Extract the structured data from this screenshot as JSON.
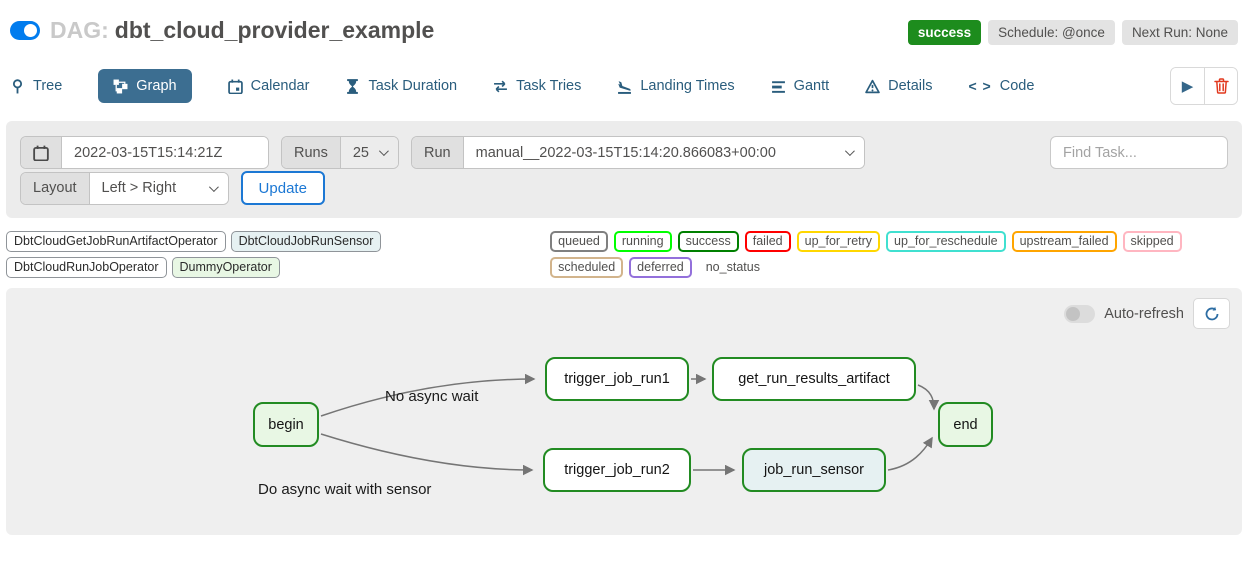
{
  "header": {
    "dag_label": "DAG:",
    "dag_name": "dbt_cloud_provider_example",
    "toggle_state": "on",
    "badges": {
      "status": "success",
      "schedule": "Schedule: @once",
      "next_run": "Next Run: None"
    }
  },
  "tabs": [
    {
      "label": "Tree",
      "icon": "tree-icon",
      "active": false
    },
    {
      "label": "Graph",
      "icon": "graph-icon",
      "active": true
    },
    {
      "label": "Calendar",
      "icon": "calendar-icon",
      "active": false
    },
    {
      "label": "Task Duration",
      "icon": "hourglass-icon",
      "active": false
    },
    {
      "label": "Task Tries",
      "icon": "repeat-icon",
      "active": false
    },
    {
      "label": "Landing Times",
      "icon": "plane-landing-icon",
      "active": false
    },
    {
      "label": "Gantt",
      "icon": "gantt-icon",
      "active": false
    },
    {
      "label": "Details",
      "icon": "warning-triangle-icon",
      "active": false
    },
    {
      "label": "Code",
      "icon": "code-icon",
      "active": false
    }
  ],
  "toolbar": {
    "code_glyph": "< >",
    "play_icon": "play-icon",
    "trash_icon": "trash-icon"
  },
  "filters": {
    "base_date": "2022-03-15T15:14:21Z",
    "runs_label": "Runs",
    "runs_value": "25",
    "run_label": "Run",
    "run_value": "manual__2022-03-15T15:14:20.866083+00:00",
    "find_task_placeholder": "Find Task...",
    "layout_label": "Layout",
    "layout_value": "Left > Right",
    "update_label": "Update"
  },
  "legend": {
    "operators": [
      {
        "label": "DbtCloudGetJobRunArtifactOperator",
        "fill": "#ffffff"
      },
      {
        "label": "DbtCloudJobRunSensor",
        "fill": "#e6f1f2"
      },
      {
        "label": "DbtCloudRunJobOperator",
        "fill": "#ffffff"
      },
      {
        "label": "DummyOperator",
        "fill": "#e8f7e4"
      }
    ],
    "statuses": [
      {
        "label": "queued",
        "border": "#808080"
      },
      {
        "label": "running",
        "border": "#00ff00"
      },
      {
        "label": "success",
        "border": "#008000"
      },
      {
        "label": "failed",
        "border": "#ff0000"
      },
      {
        "label": "up_for_retry",
        "border": "#ffd700"
      },
      {
        "label": "up_for_reschedule",
        "border": "#40e0d0"
      },
      {
        "label": "upstream_failed",
        "border": "#ffa500"
      },
      {
        "label": "skipped",
        "border": "#ffb6c1"
      },
      {
        "label": "scheduled",
        "border": "#d2b48c"
      },
      {
        "label": "deferred",
        "border": "#9370db"
      },
      {
        "label": "no_status",
        "border": "transparent"
      }
    ]
  },
  "graph_panel": {
    "auto_refresh_label": "Auto-refresh",
    "refresh_icon": "refresh-icon",
    "nodes": [
      {
        "id": "begin",
        "label": "begin",
        "fill": "#e8f7e4",
        "border": "#228b22"
      },
      {
        "id": "trigger_job_run1",
        "label": "trigger_job_run1",
        "fill": "#ffffff",
        "border": "#228b22"
      },
      {
        "id": "get_run_results_artifact",
        "label": "get_run_results_artifact",
        "fill": "#ffffff",
        "border": "#228b22"
      },
      {
        "id": "end",
        "label": "end",
        "fill": "#e8f7e4",
        "border": "#228b22"
      },
      {
        "id": "trigger_job_run2",
        "label": "trigger_job_run2",
        "fill": "#ffffff",
        "border": "#228b22"
      },
      {
        "id": "job_run_sensor",
        "label": "job_run_sensor",
        "fill": "#e6f1f2",
        "border": "#228b22"
      }
    ],
    "edge_labels": [
      {
        "text": "No async wait"
      },
      {
        "text": "Do async wait with sensor"
      }
    ]
  },
  "colors": {
    "accent_blue": "#017cee",
    "active_tab_blue": "#3c6e91",
    "success_green": "#1d8c1d",
    "link_blue": "#1c78d4",
    "danger_red": "#e2391f"
  }
}
